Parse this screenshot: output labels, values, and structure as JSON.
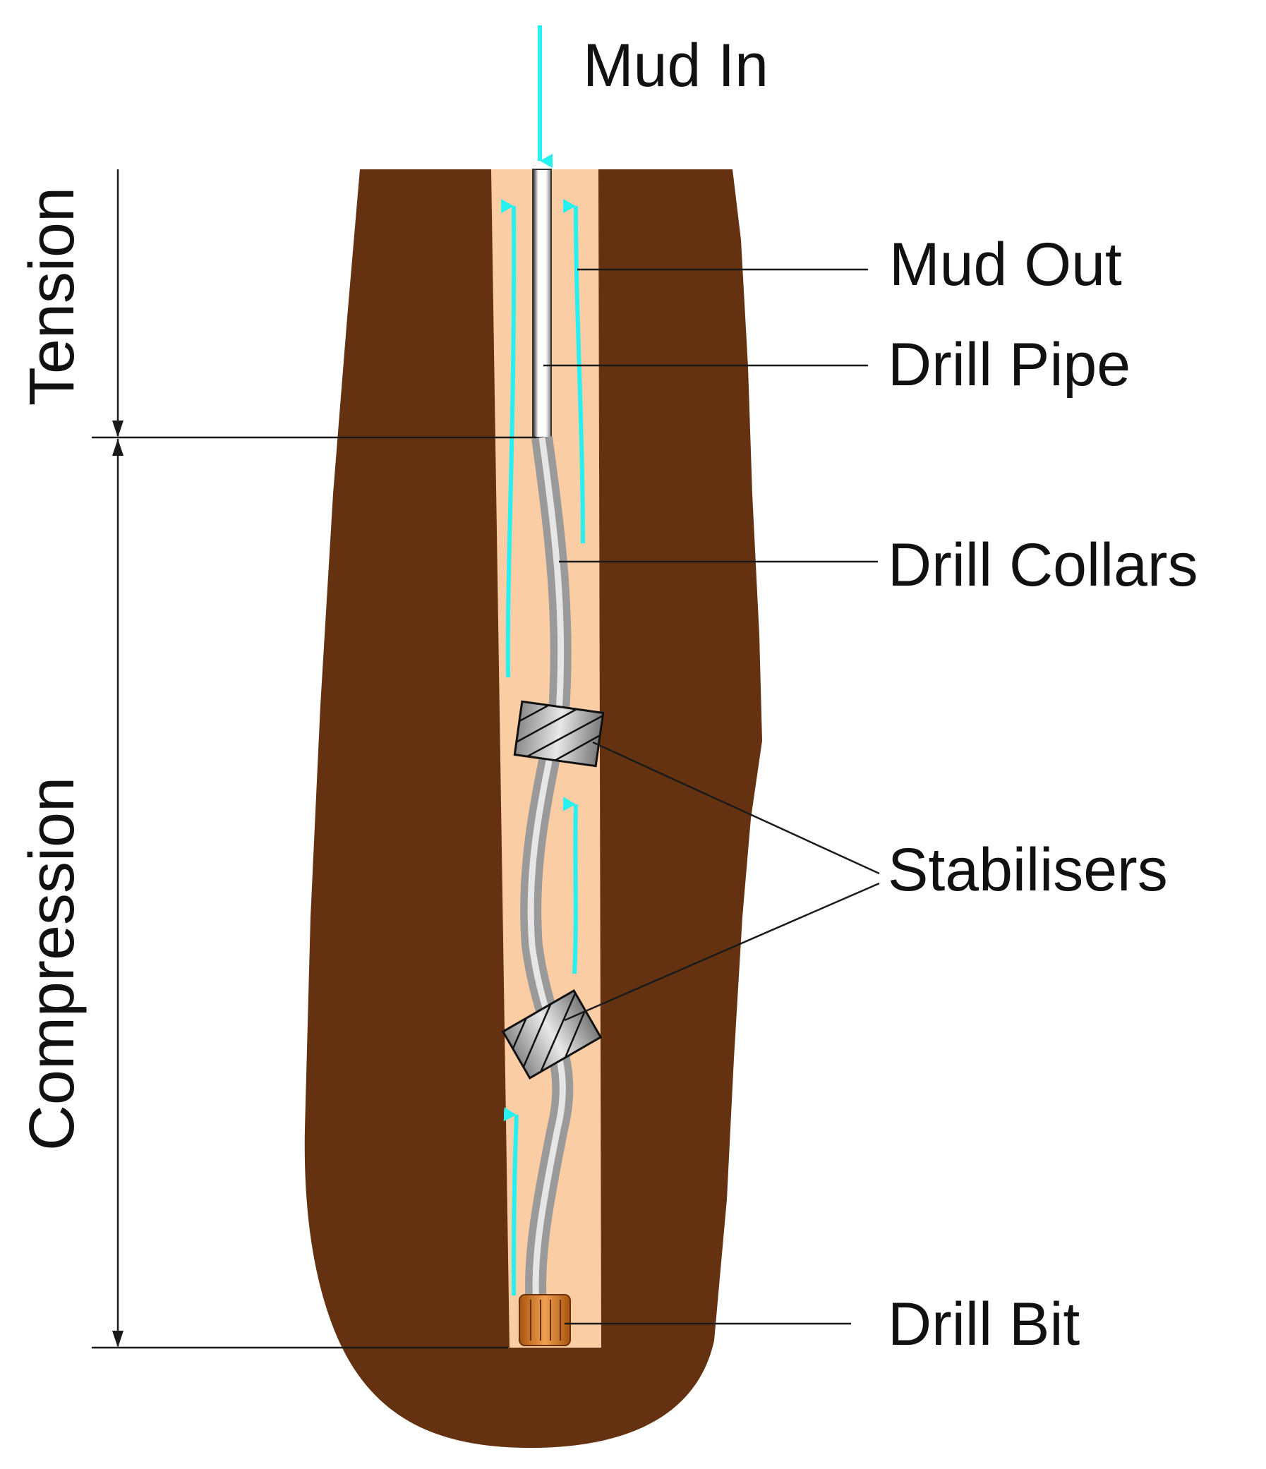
{
  "labels": {
    "mud_in": "Mud In",
    "mud_out": "Mud Out",
    "drill_pipe": "Drill Pipe",
    "drill_collars": "Drill Collars",
    "stabilisers": "Stabilisers",
    "drill_bit": "Drill Bit",
    "tension": "Tension",
    "compression": "Compression"
  },
  "colors": {
    "rock": "#643210",
    "borehole": "#fbcda4",
    "mud_flow": "#27f0f0",
    "collar": "#9a9a9a",
    "collar_highlight": "#e6e6e6",
    "drill_bit": "#c86a16",
    "stabiliser": "#bfbfbf"
  }
}
